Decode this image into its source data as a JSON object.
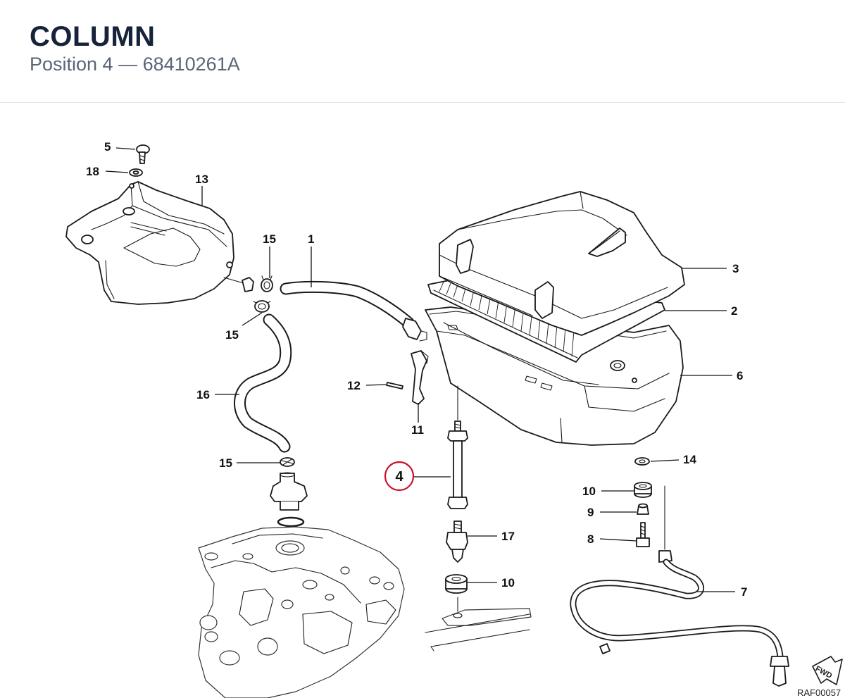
{
  "header": {
    "title": "COLUMN",
    "subtitle": "Position 4 — 68410261A"
  },
  "diagram": {
    "selected_position": "4",
    "selected_color": "#c8102e",
    "reference_code": "RAF00057",
    "fwd_label": "FWD",
    "callouts": {
      "c1": "1",
      "c2": "2",
      "c3": "3",
      "c4": "4",
      "c5": "5",
      "c6": "6",
      "c7": "7",
      "c8": "8",
      "c9": "9",
      "c10a": "10",
      "c10b": "10",
      "c11": "11",
      "c12": "12",
      "c13": "13",
      "c14": "14",
      "c15a": "15",
      "c15b": "15",
      "c15c": "15",
      "c16": "16",
      "c17": "17",
      "c18": "18"
    }
  }
}
